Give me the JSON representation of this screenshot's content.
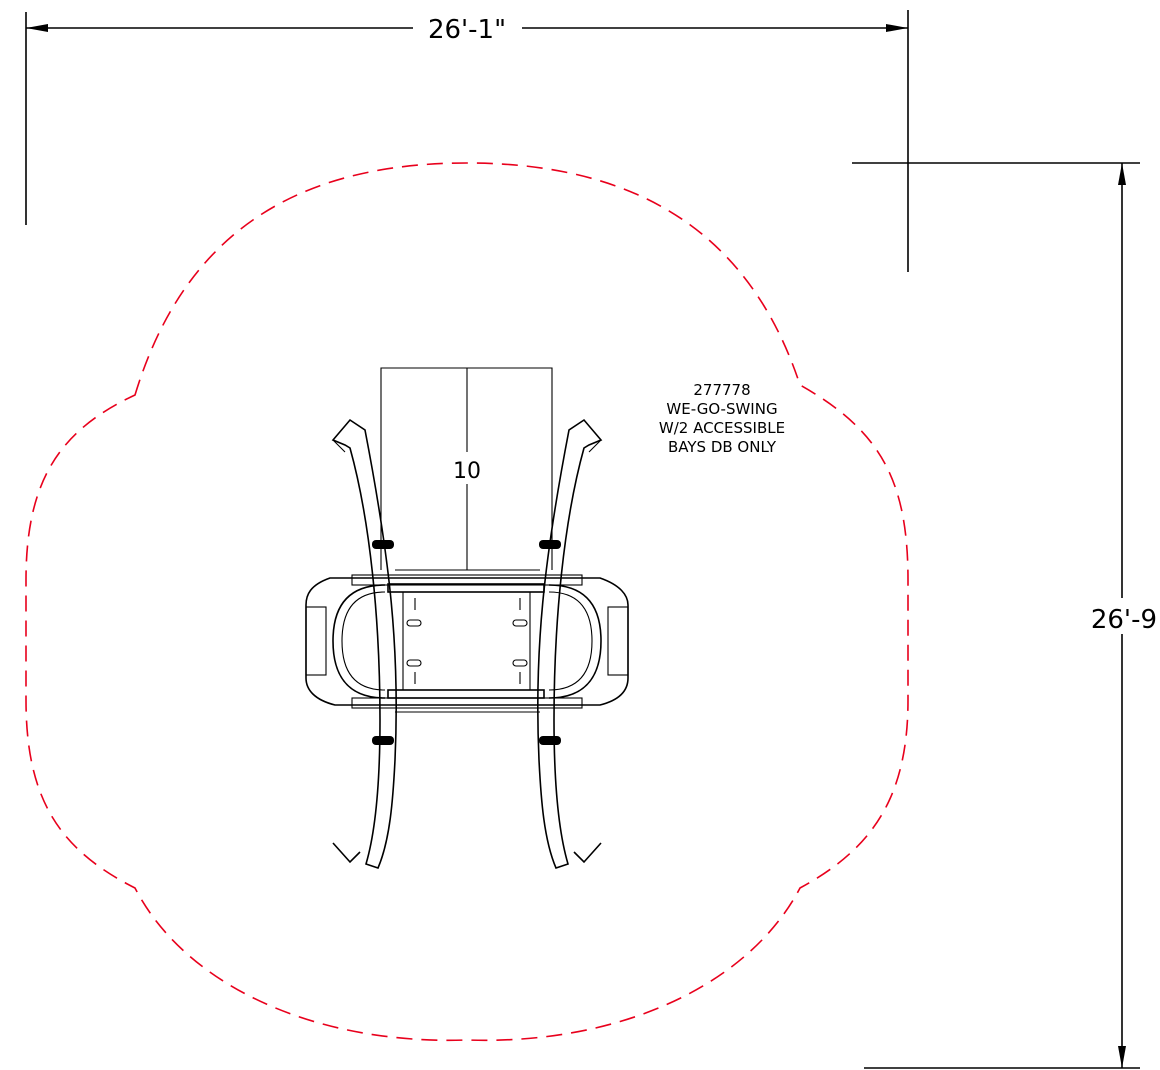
{
  "dimensions": {
    "width_label": "26'-1\"",
    "depth_label": "26'-9"
  },
  "product": {
    "number": "277778",
    "line1": "WE-GO-SWING",
    "line2": "W/2 ACCESSIBLE",
    "line3": "BAYS DB ONLY"
  },
  "component_label": "10",
  "colors": {
    "use_zone": "#e8001c",
    "linework": "#000000"
  }
}
